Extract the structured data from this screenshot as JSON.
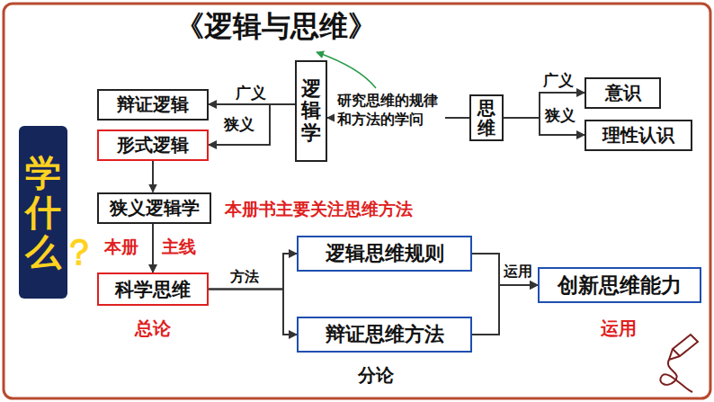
{
  "diagram": {
    "title": "《逻辑与思维》",
    "nodes": [
      {
        "text": [
          "学什么？"
        ]
      },
      {
        "text": [
          "辩证逻辑"
        ]
      },
      {
        "text": [
          "形式逻辑"
        ]
      },
      {
        "text": [
          "逻辑学"
        ]
      },
      {
        "text": [
          "思维"
        ]
      },
      {
        "text": [
          "意识"
        ]
      },
      {
        "text": [
          "理性认识"
        ]
      },
      {
        "text": [
          "狭义逻辑学"
        ]
      },
      {
        "text": [
          "科学思维"
        ]
      },
      {
        "text": [
          "逻辑思维规则"
        ]
      },
      {
        "text": [
          "辩证思维方法"
        ]
      },
      {
        "text": [
          "创新思维能力"
        ]
      }
    ],
    "edges": [
      {
        "from": 3,
        "to": 1,
        "label": "广义",
        "arrow": "to"
      },
      {
        "from": 3,
        "to": 2,
        "label": "狭义",
        "arrow": "to"
      },
      {
        "from": 4,
        "to": 3,
        "label": "研究思维的规律和方法的学问",
        "arrow": "to"
      },
      {
        "from": 4,
        "to": 5,
        "label": "广义",
        "arrow": "to"
      },
      {
        "from": 4,
        "to": 6,
        "label": "狭义",
        "arrow": "to"
      },
      {
        "from": 2,
        "to": 7,
        "arrow": "to"
      },
      {
        "from": 7,
        "to": 8,
        "arrow": "to"
      },
      {
        "from": 8,
        "to": 9,
        "label": "方法",
        "arrow": "to"
      },
      {
        "from": 8,
        "to": 10,
        "arrow": "to"
      },
      {
        "from": 9,
        "to": 11,
        "label": "运用",
        "arrow": "to"
      },
      {
        "from": 10,
        "to": 11,
        "arrow": "to"
      }
    ],
    "labels": [
      "本册书主要关注思维方法",
      "本册",
      "主线",
      "总论",
      "分论",
      "运用"
    ]
  }
}
